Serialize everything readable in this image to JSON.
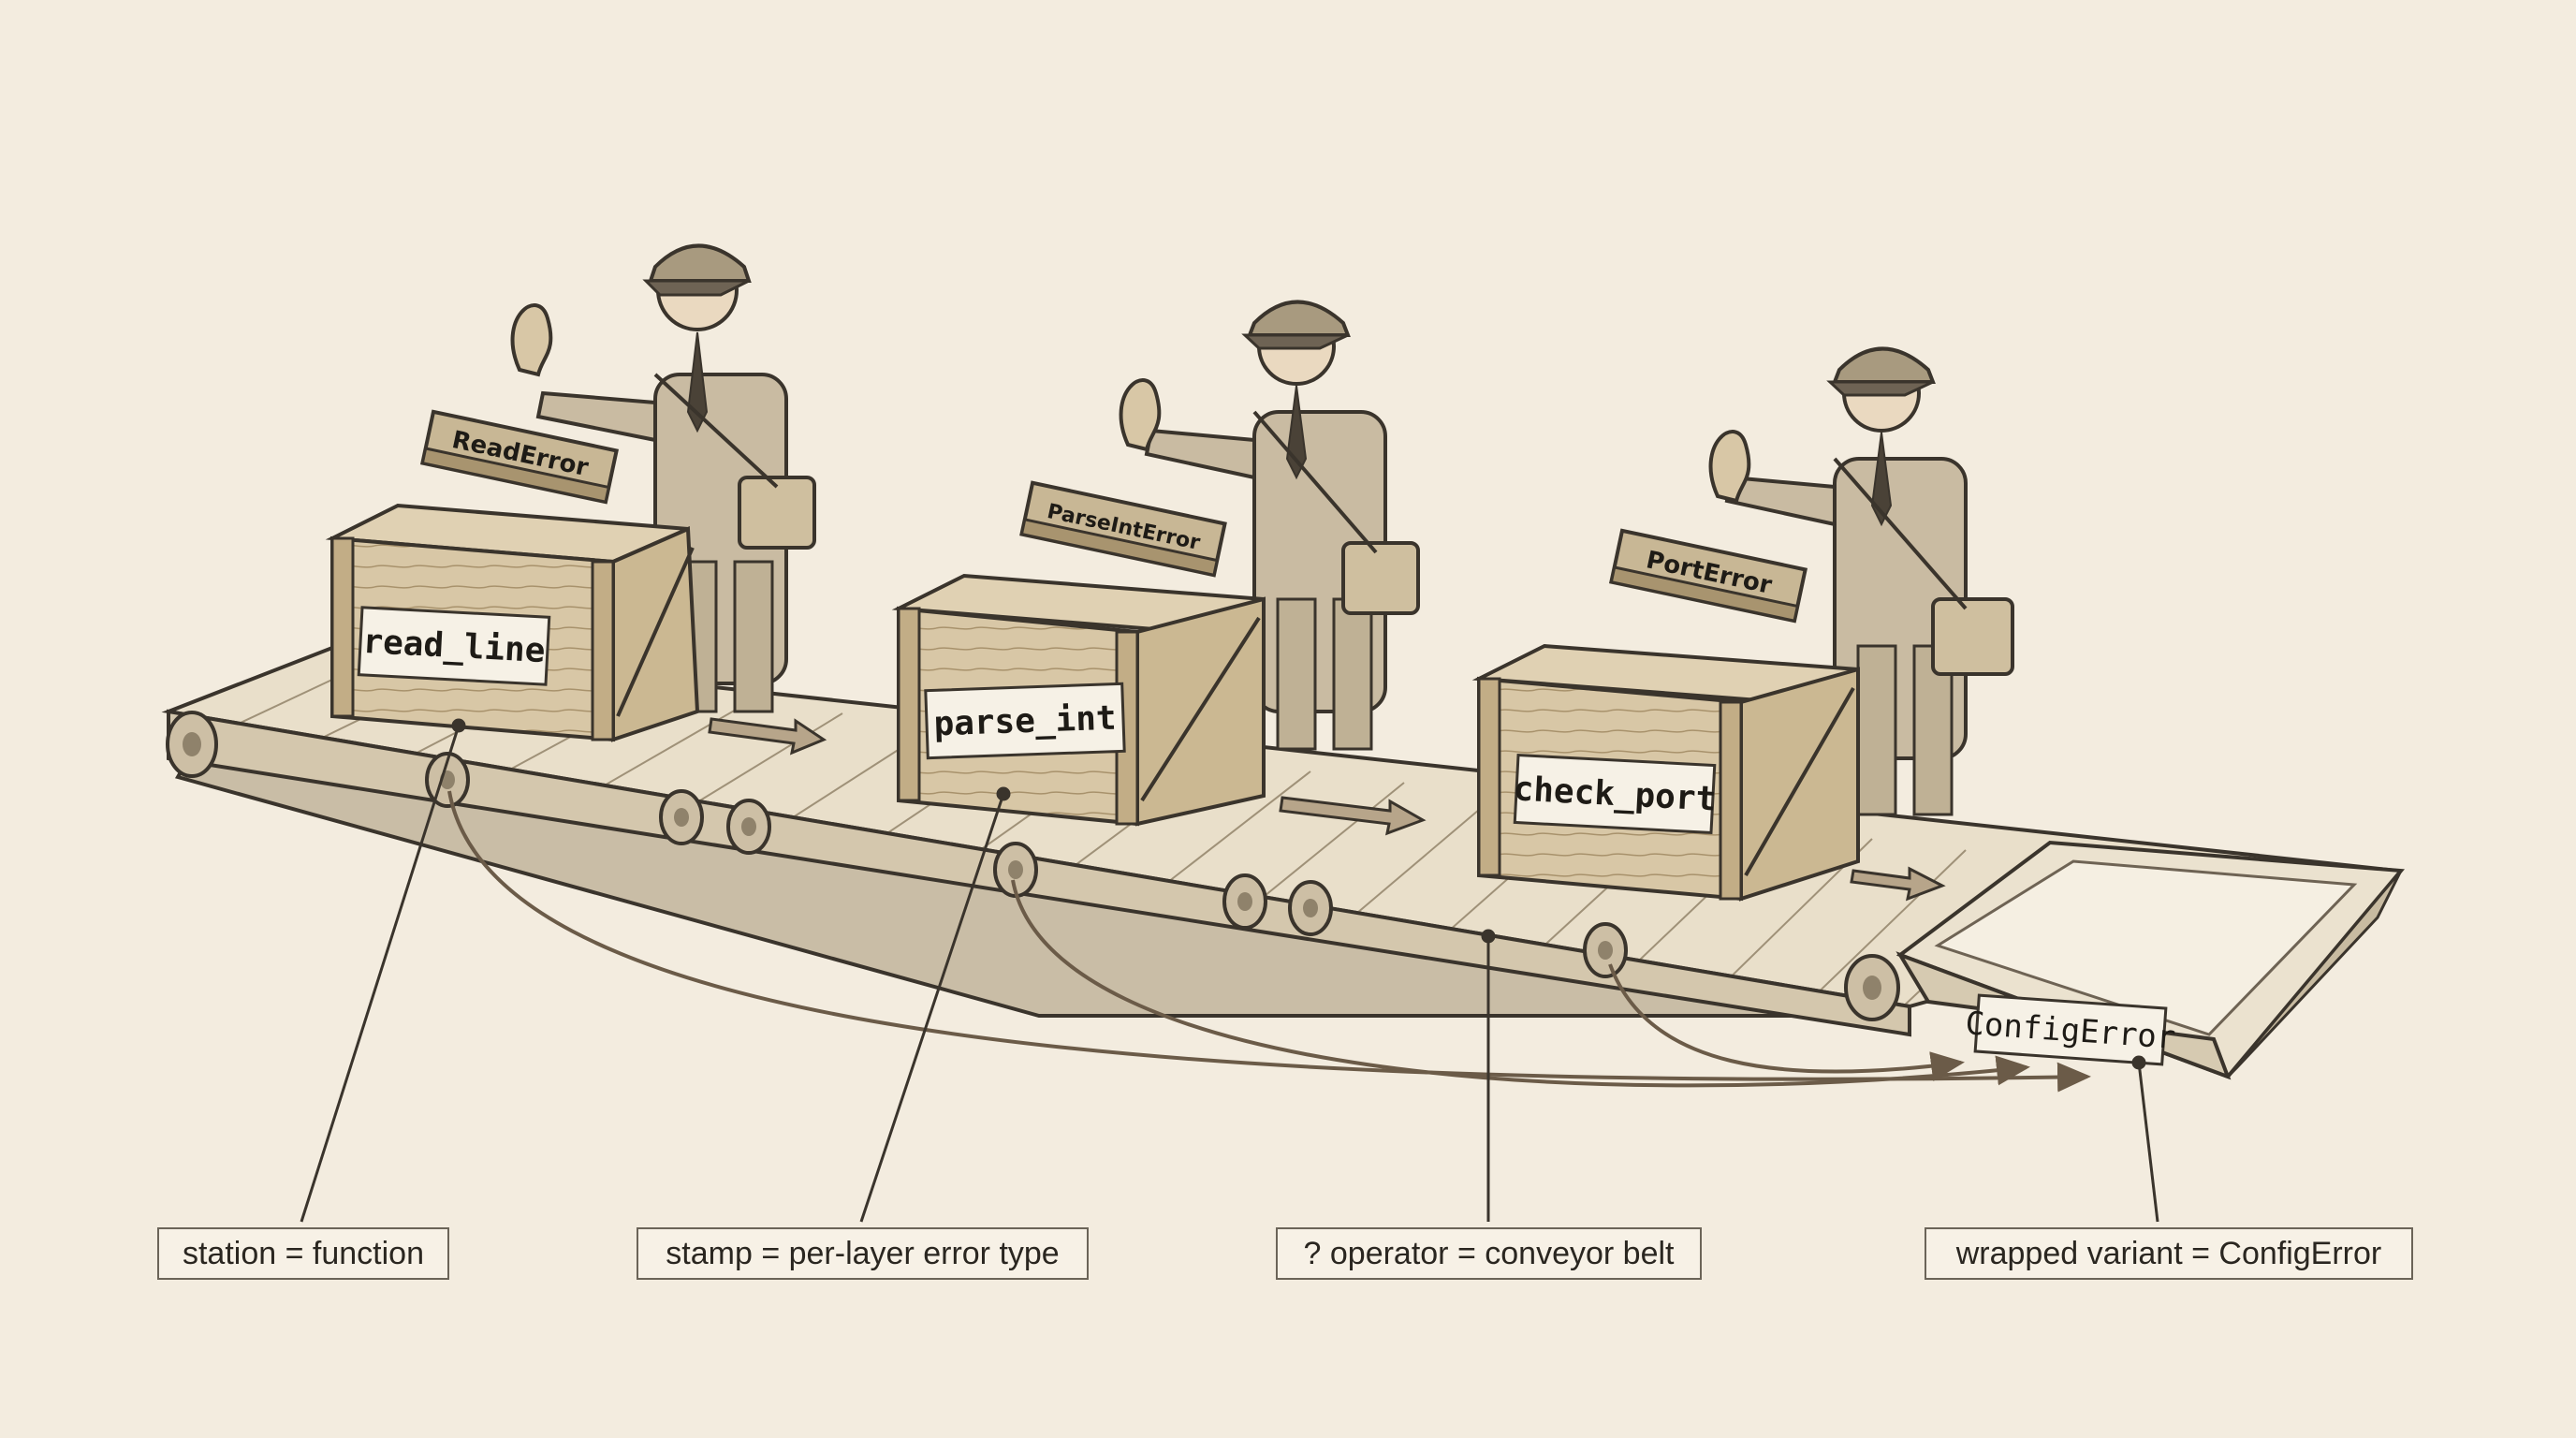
{
  "stations": [
    {
      "crate_label": "read_line",
      "stamp_label": "ReadError"
    },
    {
      "crate_label": "parse_int",
      "stamp_label": "ParseIntError"
    },
    {
      "crate_label": "check_port",
      "stamp_label": "PortError"
    }
  ],
  "bin_label": "ConfigError",
  "legend": [
    {
      "text": "station = function"
    },
    {
      "text": "stamp = per-layer error type"
    },
    {
      "text": "? operator = conveyor belt"
    },
    {
      "text": "wrapped variant = ConfigError"
    }
  ],
  "colors": {
    "background": "#f3ecdf",
    "ink": "#3a342c",
    "wood": "#d8c7a6",
    "uniform": "#c9bba2",
    "belt": "#e7dcc6"
  }
}
